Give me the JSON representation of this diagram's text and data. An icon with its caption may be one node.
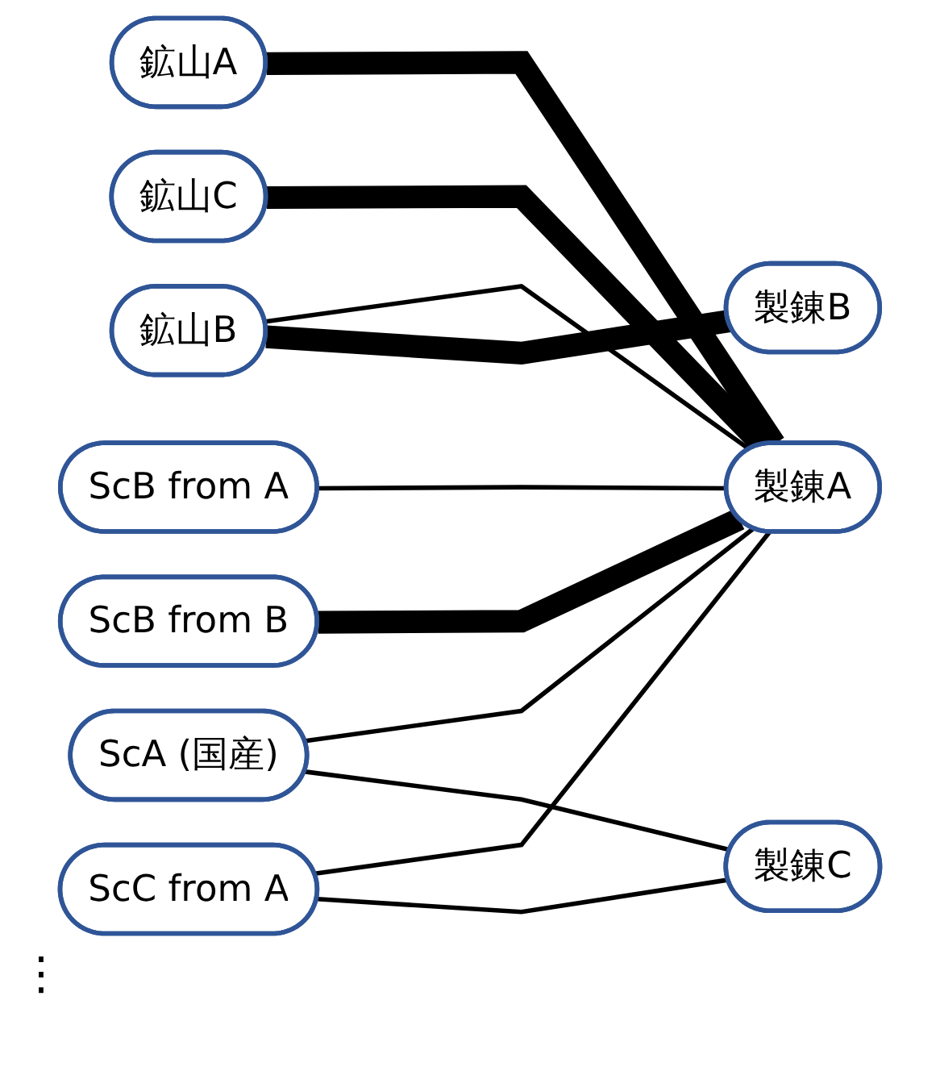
{
  "diagram": {
    "nodes": [
      {
        "text": [
          "鉱山A"
        ]
      },
      {
        "text": [
          "鉱山B"
        ]
      },
      {
        "text": [
          "鉱山C"
        ]
      },
      {
        "text": [
          "ScA (国産)"
        ]
      },
      {
        "text": [
          "ScB from A"
        ]
      },
      {
        "text": [
          "ScB from B"
        ]
      },
      {
        "text": [
          "ScC from A"
        ]
      },
      {
        "text": [
          "製錬A"
        ]
      },
      {
        "text": [
          "製錬B"
        ]
      },
      {
        "text": [
          "製錬C"
        ]
      }
    ],
    "edges": [
      {
        "from": 0,
        "to": 7,
        "arrow": "none",
        "style": "thick"
      },
      {
        "from": 1,
        "to": 7,
        "arrow": "none"
      },
      {
        "from": 1,
        "to": 8,
        "arrow": "none",
        "style": "thick"
      },
      {
        "from": 2,
        "to": 7,
        "arrow": "none",
        "style": "thick"
      },
      {
        "from": 3,
        "to": 7,
        "arrow": "none"
      },
      {
        "from": 3,
        "to": 9,
        "arrow": "none"
      },
      {
        "from": 4,
        "to": 7,
        "arrow": "none"
      },
      {
        "from": 5,
        "to": 7,
        "arrow": "none",
        "style": "thick"
      },
      {
        "from": 6,
        "to": 7,
        "arrow": "none"
      },
      {
        "from": 6,
        "to": 9,
        "arrow": "none"
      }
    ],
    "labels": [
      "⋮"
    ]
  }
}
